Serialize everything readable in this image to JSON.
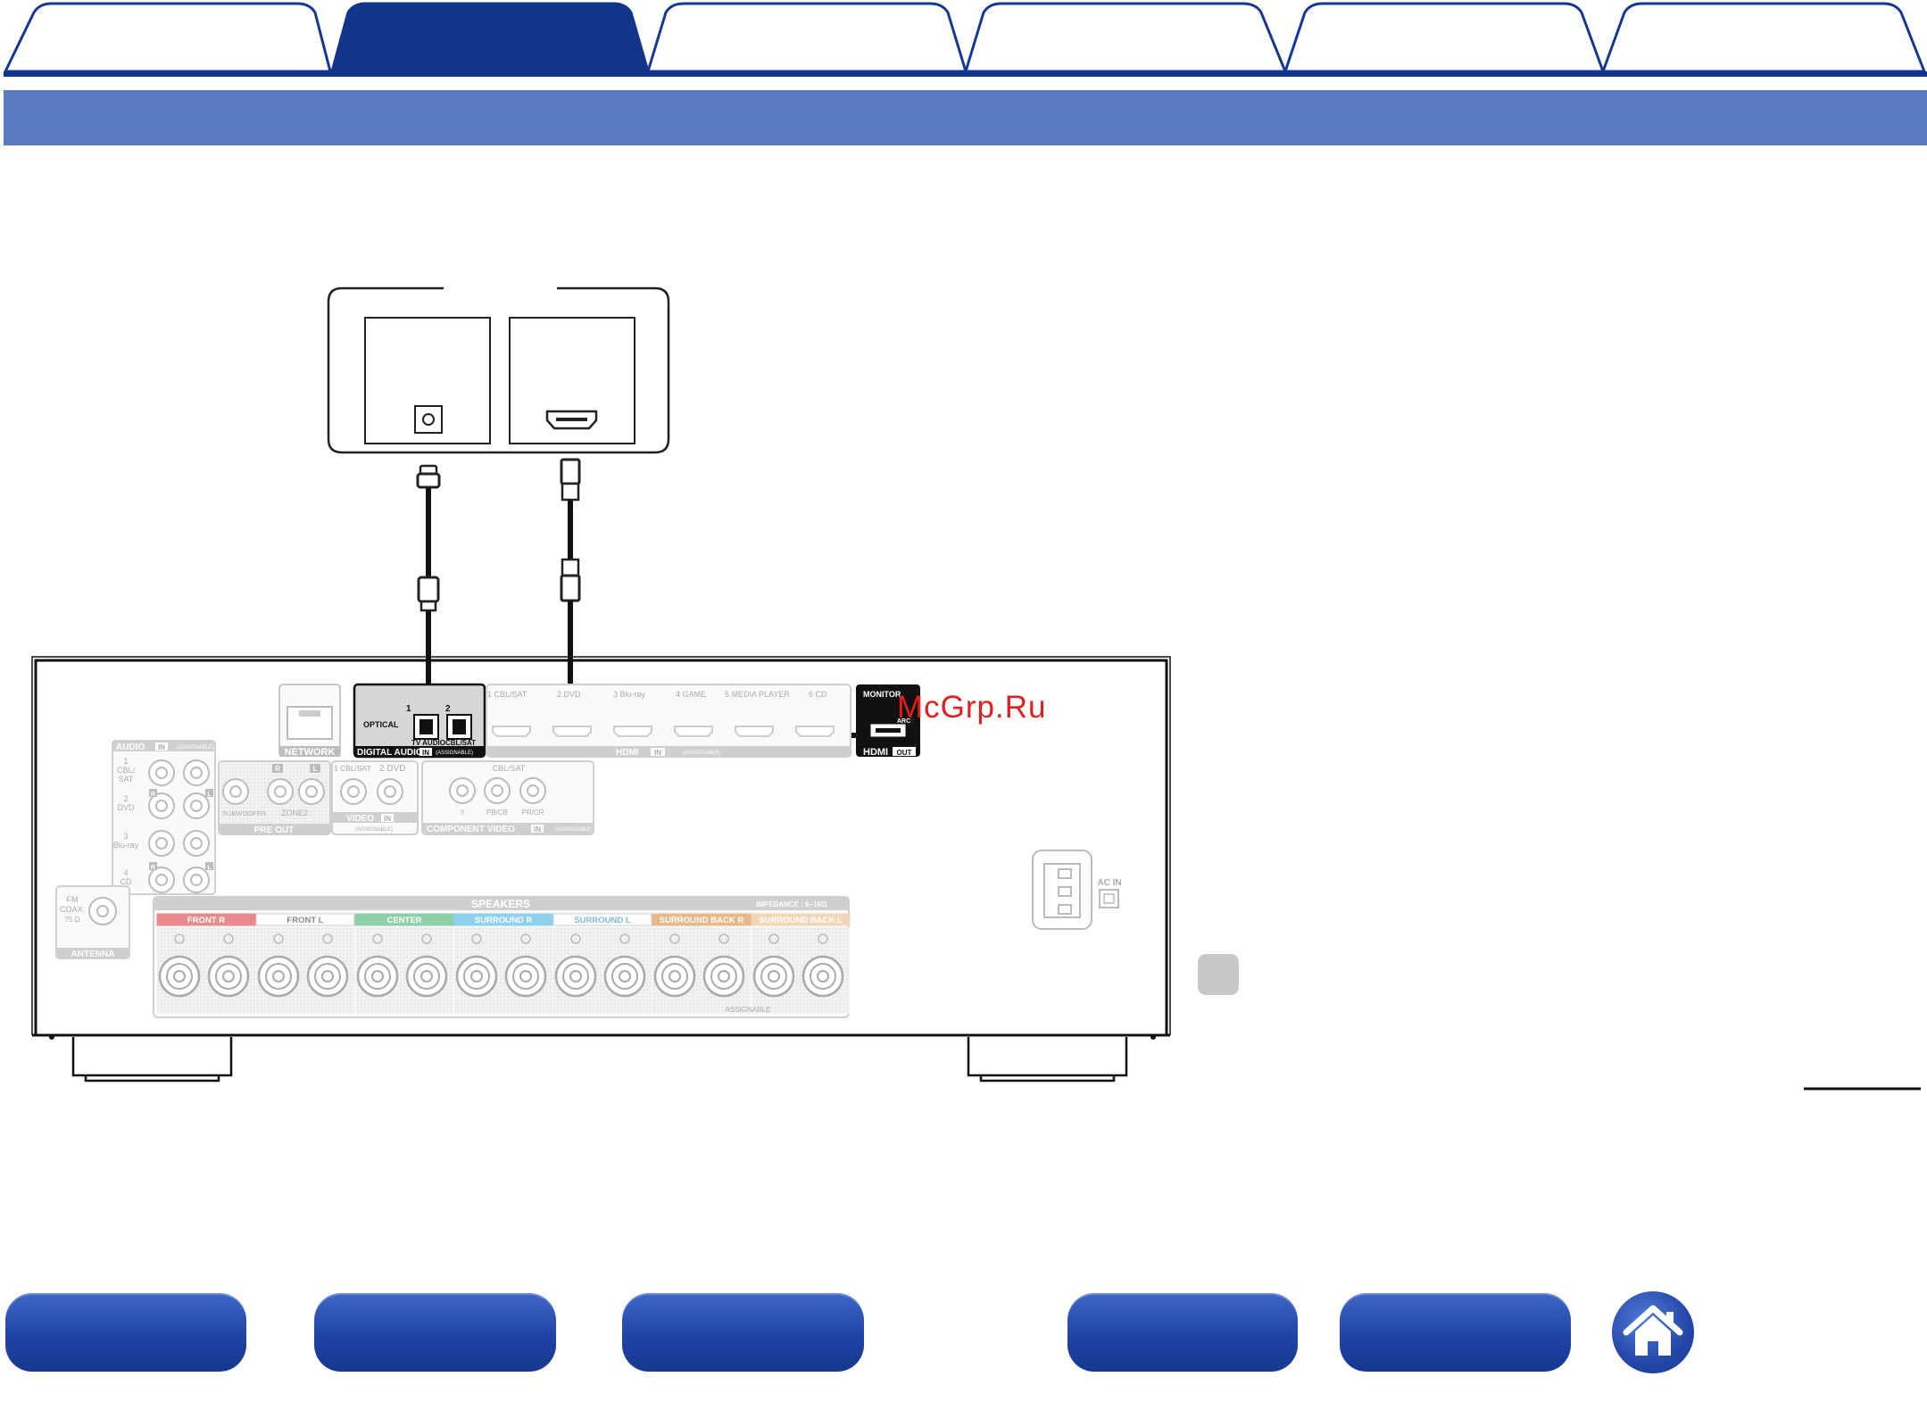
{
  "tabs": [
    {
      "id": "tab-1",
      "active": false
    },
    {
      "id": "tab-2",
      "active": true
    },
    {
      "id": "tab-3",
      "active": false
    },
    {
      "id": "tab-4",
      "active": false
    },
    {
      "id": "tab-5",
      "active": false
    },
    {
      "id": "tab-6",
      "active": false
    }
  ],
  "colors": {
    "tab_active": "#12358a",
    "title_bar": "#5b7bbf",
    "nav_button": "#1f44a6",
    "tab_outline": "#16388f",
    "note_marker": "#c8c8c8"
  },
  "watermark": "McGrp.Ru",
  "tv_panel": {
    "ports": [
      "optical-port",
      "hdmi-port"
    ]
  },
  "receiver": {
    "network": "NETWORK",
    "optical": "OPTICAL",
    "optical_1": "1",
    "optical_2": "2",
    "tv_audio": "TV AUDIO",
    "cbl_sat_opt": "CBL/SAT",
    "digital_audio_in": "DIGITAL AUDIO",
    "digital_in_tag": "IN",
    "assignable_small": "(ASSIGNABLE)",
    "hdmi_inputs": [
      "1  CBL/SAT",
      "2  DVD",
      "3  Blu-ray",
      "4  GAME",
      "5  MEDIA PLAYER",
      "6  CD"
    ],
    "hdmi_label": "HDMI",
    "hdmi_in_tag": "IN",
    "monitor": "MONITOR",
    "arc": "ARC",
    "hdmi_out_label": "HDMI",
    "hdmi_out_tag": "OUT",
    "audio_in": "AUDIO",
    "audio_in_tag": "IN",
    "audio_rows": [
      "1\nCBL/\nSAT",
      "2\nDVD",
      "3\nBlu-ray",
      "4\nCD"
    ],
    "audio_r": "R",
    "audio_l": "L",
    "subwoofer": "SUBWOOFER",
    "zone2": "ZONE2",
    "pre_out": "PRE OUT",
    "pre_r": "R",
    "pre_l": "L",
    "video_cbl": "1 CBL/SAT",
    "video_dvd": "2 DVD",
    "video_label": "VIDEO",
    "video_in_tag": "IN",
    "comp_cbl": "CBL/SAT",
    "comp_y": "Y",
    "comp_pb": "PB/CB",
    "comp_pr": "PR/CR",
    "comp_label": "COMPONENT VIDEO",
    "comp_in_tag": "IN",
    "fm": "FM",
    "coax": "COAX.",
    "ohm": "75 Ω",
    "antenna": "ANTENNA",
    "speakers": "SPEAKERS",
    "impedance": "IMPEDANCE : 6~16Ω",
    "speaker_groups": [
      {
        "label": "FRONT R",
        "color": "#e88a8a",
        "text": "#ffffff"
      },
      {
        "label": "FRONT L",
        "color": "#ffffff",
        "text": "#888888"
      },
      {
        "label": "CENTER",
        "color": "#8fcfa8",
        "text": "#ffffff"
      },
      {
        "label": "SURROUND R",
        "color": "#8fd0ee",
        "text": "#ffffff"
      },
      {
        "label": "SURROUND L",
        "color": "#ffffff",
        "text": "#7fb8d8"
      },
      {
        "label": "SURROUND BACK R",
        "color": "#e7b98a",
        "text": "#ffffff"
      },
      {
        "label": "SURROUND BACK L",
        "color": "#f2d6b8",
        "text": "#ffffff"
      }
    ],
    "assignable": "ASSIGNABLE",
    "ac_in": "AC IN"
  },
  "bottom_nav": [
    {
      "id": "nav-1"
    },
    {
      "id": "nav-2"
    },
    {
      "id": "nav-3"
    },
    {
      "id": "nav-4"
    },
    {
      "id": "nav-5"
    }
  ],
  "home_icon": "house-icon"
}
